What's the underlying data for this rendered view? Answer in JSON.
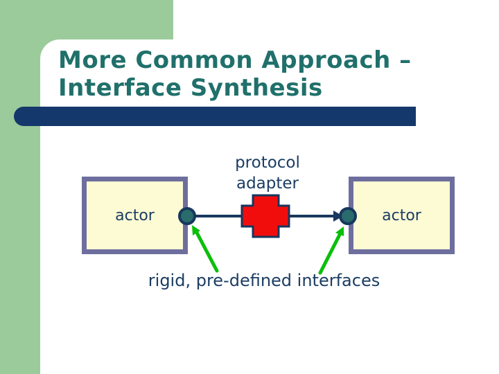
{
  "slide": {
    "title": {
      "line1": "More Common Approach –",
      "line2": "Interface Synthesis"
    },
    "diagram": {
      "adapter_label_line1": "protocol",
      "adapter_label_line2": "adapter",
      "left_actor_label": "actor",
      "right_actor_label": "actor",
      "caption": "rigid, pre-defined interfaces"
    }
  },
  "colors": {
    "band_green": "#9BCB9B",
    "sheet_white": "#FFFFFF",
    "title_teal": "#20706B",
    "bar_navy": "#14386B",
    "text_navy": "#1C3D63",
    "outline_navy": "#17375E",
    "box_fill": "#FDFBD4",
    "box_border": "#6E6E9E",
    "adapter_red": "#F20D0D",
    "circle_teal": "#2A6B6B",
    "arrow_green": "#0ABF0A"
  }
}
